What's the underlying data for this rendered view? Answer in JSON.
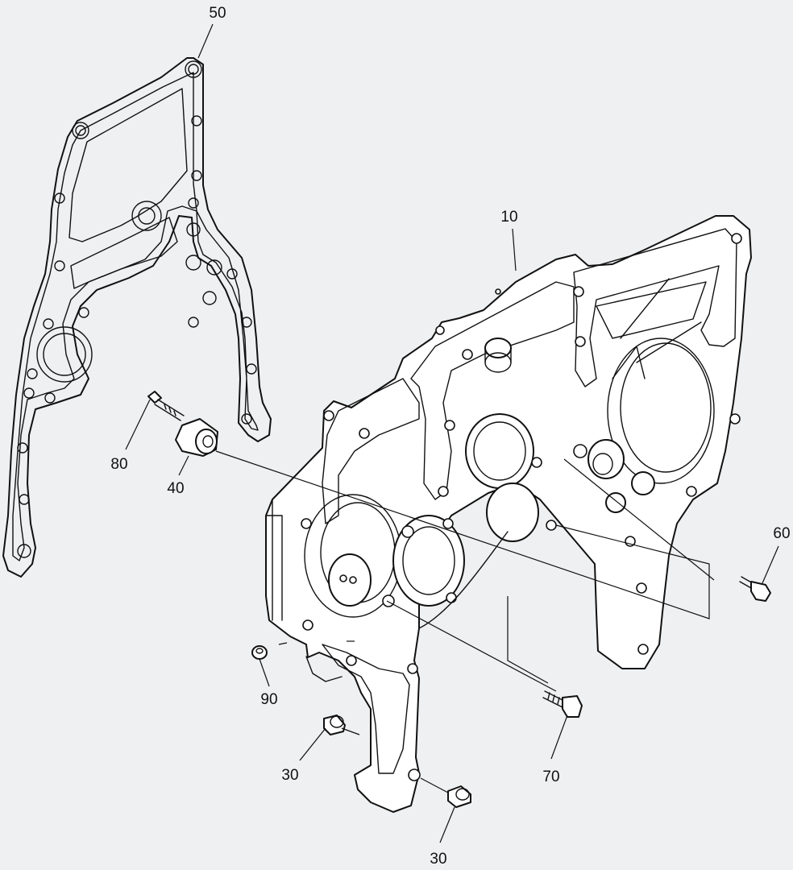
{
  "callouts": {
    "c10": "10",
    "c30a": "30",
    "c30b": "30",
    "c40": "40",
    "c50": "50",
    "c60": "60",
    "c70": "70",
    "c80": "80",
    "c90": "90"
  }
}
